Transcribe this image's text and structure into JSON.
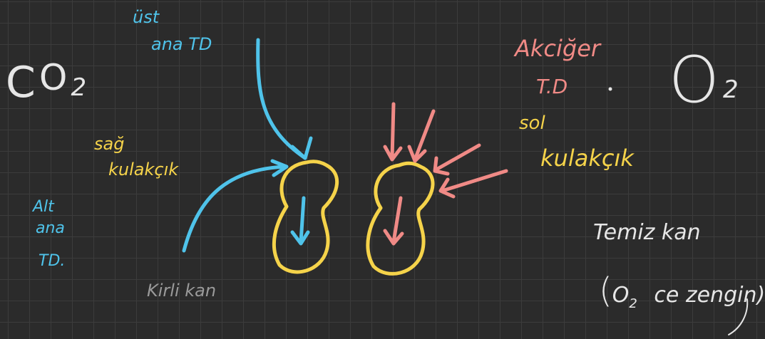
{
  "colors": {
    "background": "#2b2b2b",
    "grid": "#3c3c3c",
    "cyan": "#4fc3ea",
    "pink": "#f08a86",
    "yellow": "#f5d34a",
    "white": "#e6e6e6",
    "gray": "#9a9a9a"
  },
  "labels": {
    "co2_prefix": "C",
    "co2_letter": "O",
    "co2_sub": "2",
    "o2_letter": "O",
    "o2_sub": "2",
    "ust_line1": "üst",
    "ust_line2": "ana TD",
    "alt_line1": "Alt",
    "alt_line2": "ana",
    "alt_line3": "TD.",
    "sag_line1": "sağ",
    "sag_line2": "kulakçık",
    "kirli_kan": "Kirli kan",
    "akciger_line1": "Akciğer",
    "akciger_line2": "T.D",
    "sol_line1": "sol",
    "sol_line2": "kulakçık",
    "temiz_kan": "Temiz kan",
    "zengin_open": "(",
    "zengin_o": "O",
    "zengin_sub": "2",
    "zengin_text": "ce zengin)"
  }
}
